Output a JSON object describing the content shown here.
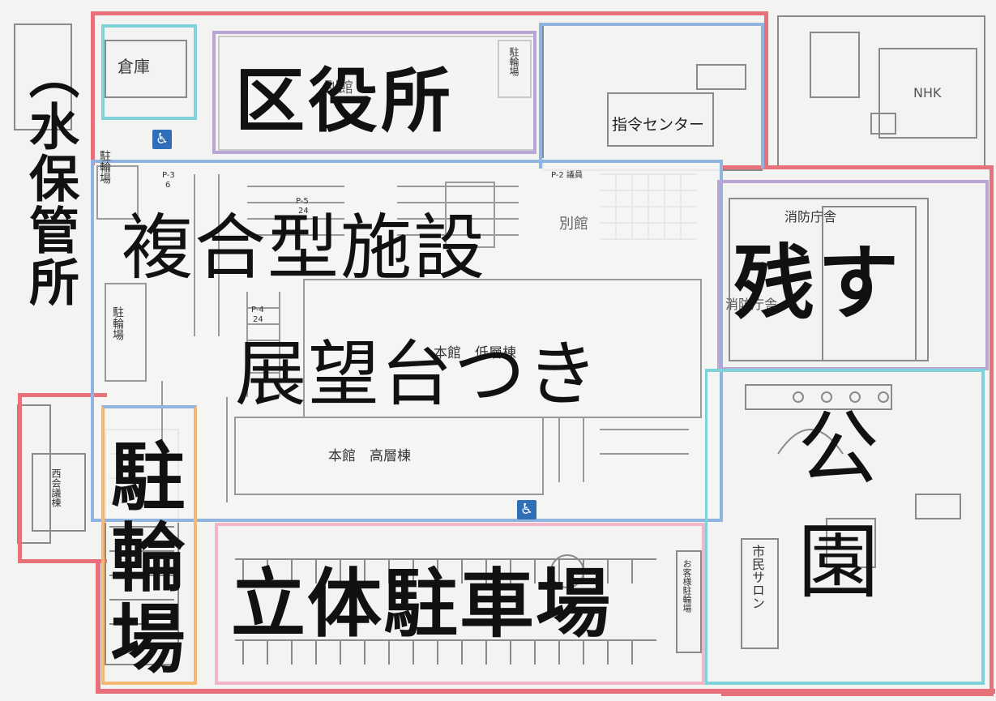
{
  "colors": {
    "boundary": "#e8707a",
    "blue_zone": "#8fb4e0",
    "purple_zone": "#b9a6d6",
    "pink_zone": "#f2b6c8",
    "cyan_zone": "#7fd3d8",
    "orange_zone": "#f4b870",
    "ink": "#111111",
    "map_line": "#777777"
  },
  "handwritten": {
    "water_office": "（水保管所",
    "ward_office": "区役所",
    "complex_line1": "複合型施設",
    "complex_line2": "展望台つき",
    "keep": "残す",
    "park": "公園",
    "parking_structure": "立体駐車場",
    "bicycle_parking": "駐輪場"
  },
  "map_labels": {
    "warehouse": "倉庫",
    "annex": "別館",
    "command_center": "指令センター",
    "nhk": "NHK",
    "fire_hq": "消防庁舎",
    "fire_hq2": "消防庁舎",
    "main_low": "本館　低層棟",
    "main_high": "本館　高層棟",
    "west_assembly": "西会議棟",
    "citizen_salon": "市民サロン",
    "bicycle_left_top": "駐輪場",
    "bicycle_left_mid": "駐輪場",
    "bicycle_top_right": "駐輪場",
    "guest_bicycle": "お客様駐輪場",
    "p5": "P-5",
    "p5_count": "24",
    "p4": "P-4",
    "p4_count": "24",
    "p3": "P-3",
    "p3_count": "6",
    "p2": "P-2 議員",
    "annex_mid": "別館"
  },
  "icons": [
    "accessible-icon",
    "accessible-icon",
    "accessible-icon"
  ]
}
